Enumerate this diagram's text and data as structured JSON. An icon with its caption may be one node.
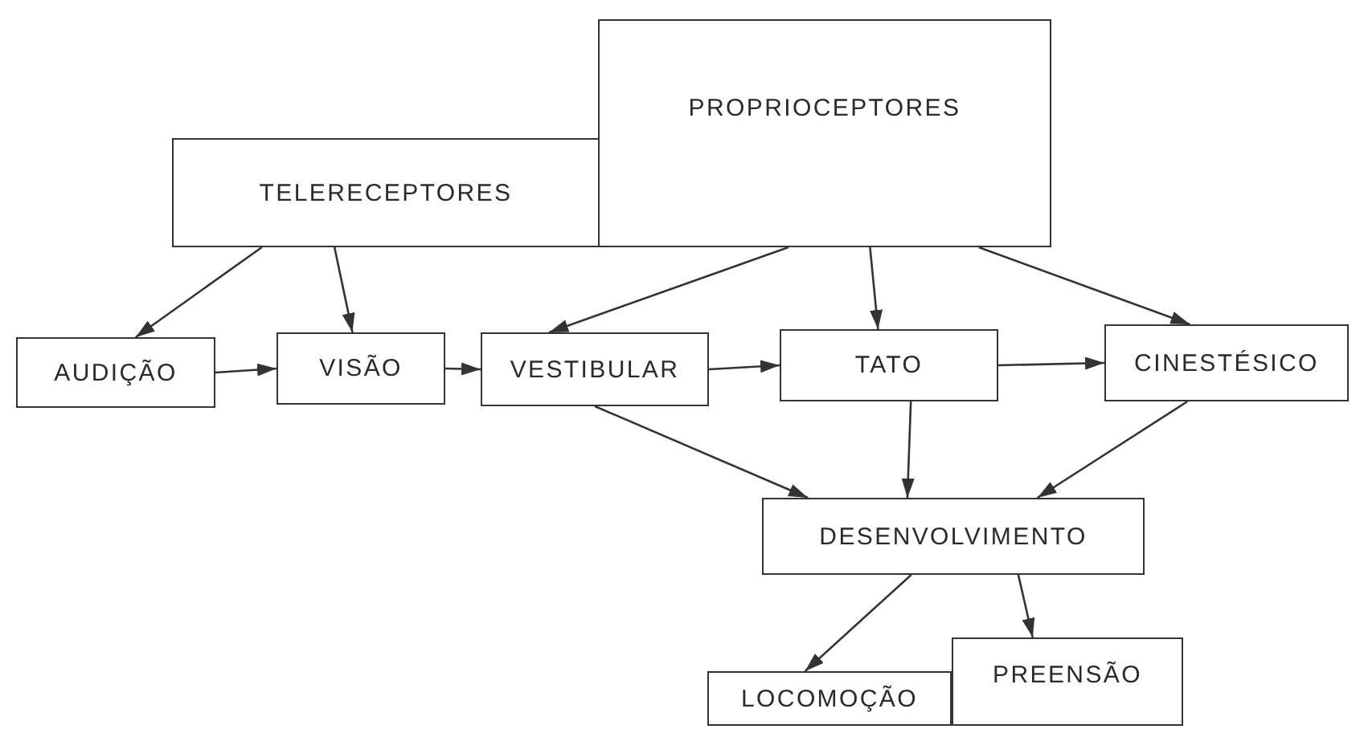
{
  "diagram": {
    "nodes": [
      {
        "text": [
          "TELERECEPTORES"
        ]
      },
      {
        "text": [
          "PROPRIOCEPTORES"
        ]
      },
      {
        "text": [
          "AUDIÇÃO"
        ]
      },
      {
        "text": [
          "VISÃO"
        ]
      },
      {
        "text": [
          "VESTIBULAR"
        ]
      },
      {
        "text": [
          "TATO"
        ]
      },
      {
        "text": [
          "CINESTÉSICO"
        ]
      },
      {
        "text": [
          "DESENVOLVIMENTO"
        ]
      },
      {
        "text": [
          "LOCOMOÇÃO"
        ]
      },
      {
        "text": [
          "PREENSÃO"
        ]
      }
    ],
    "edges": [
      {
        "from": 0,
        "to": 2,
        "arrow": "to"
      },
      {
        "from": 0,
        "to": 3,
        "arrow": "to"
      },
      {
        "from": 1,
        "to": 4,
        "arrow": "to"
      },
      {
        "from": 1,
        "to": 5,
        "arrow": "to"
      },
      {
        "from": 1,
        "to": 6,
        "arrow": "to"
      },
      {
        "from": 2,
        "to": 3,
        "arrow": "to"
      },
      {
        "from": 3,
        "to": 4,
        "arrow": "to"
      },
      {
        "from": 4,
        "to": 5,
        "arrow": "to"
      },
      {
        "from": 5,
        "to": 6,
        "arrow": "to"
      },
      {
        "from": 4,
        "to": 7,
        "arrow": "to"
      },
      {
        "from": 5,
        "to": 7,
        "arrow": "to"
      },
      {
        "from": 6,
        "to": 7,
        "arrow": "to"
      },
      {
        "from": 7,
        "to": 8,
        "arrow": "to"
      },
      {
        "from": 7,
        "to": 9,
        "arrow": "to"
      }
    ]
  }
}
